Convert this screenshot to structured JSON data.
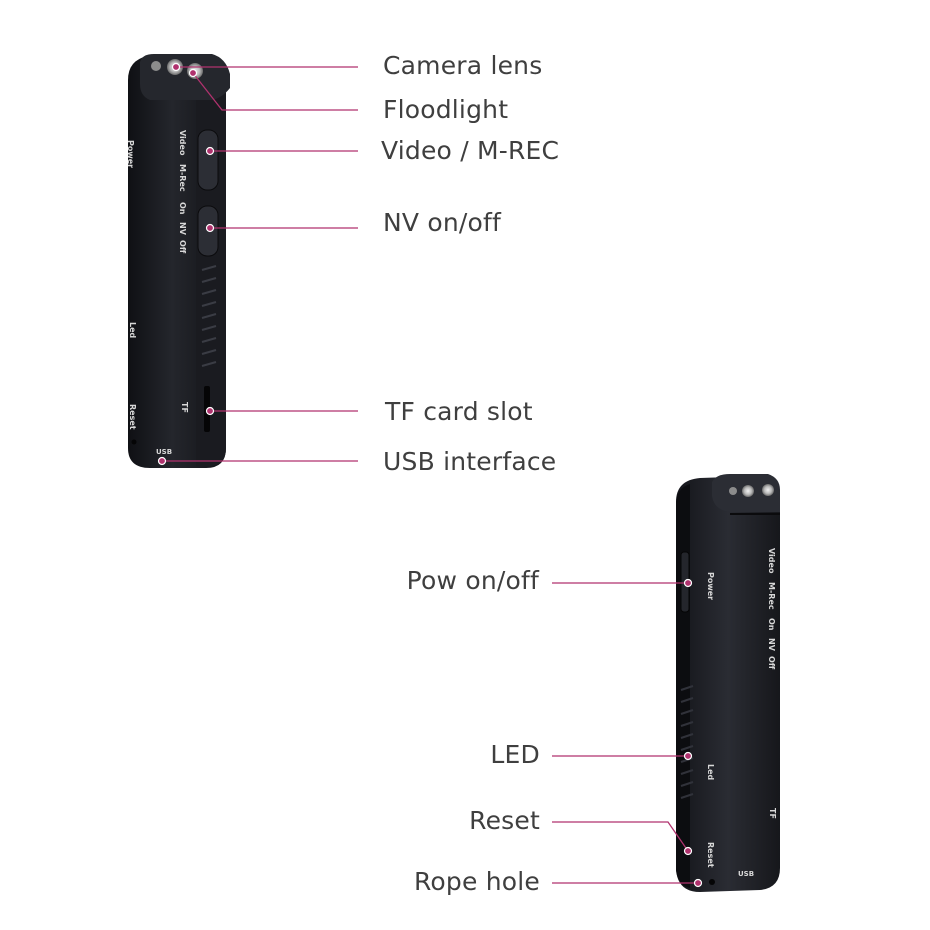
{
  "colors": {
    "accent": "#b0326e",
    "device_body": "#1c1d22",
    "label_text": "#3f3f3f"
  },
  "device_top": {
    "side_labels": {
      "power": "Power",
      "led": "Led",
      "reset": "Reset",
      "usb": "USB",
      "video": "Video",
      "mrec": "M-Rec",
      "on": "On",
      "nv": "NV",
      "off": "Off",
      "tf": "TF"
    }
  },
  "device_bottom": {
    "side_labels": {
      "power": "Power",
      "led": "Led",
      "reset": "Reset",
      "usb": "USB",
      "video": "Video",
      "mrec": "M-Rec",
      "on": "On",
      "nv": "NV",
      "off": "Off",
      "tf": "TF"
    }
  },
  "callouts_top": [
    {
      "label": "Camera lens"
    },
    {
      "label": "Floodlight"
    },
    {
      "label": "Video / M-REC"
    },
    {
      "label": "NV on/off"
    },
    {
      "label": "TF card slot"
    },
    {
      "label": "USB interface"
    }
  ],
  "callouts_bottom": [
    {
      "label": "Pow on/off"
    },
    {
      "label": "LED"
    },
    {
      "label": "Reset"
    },
    {
      "label": "Rope hole"
    }
  ]
}
